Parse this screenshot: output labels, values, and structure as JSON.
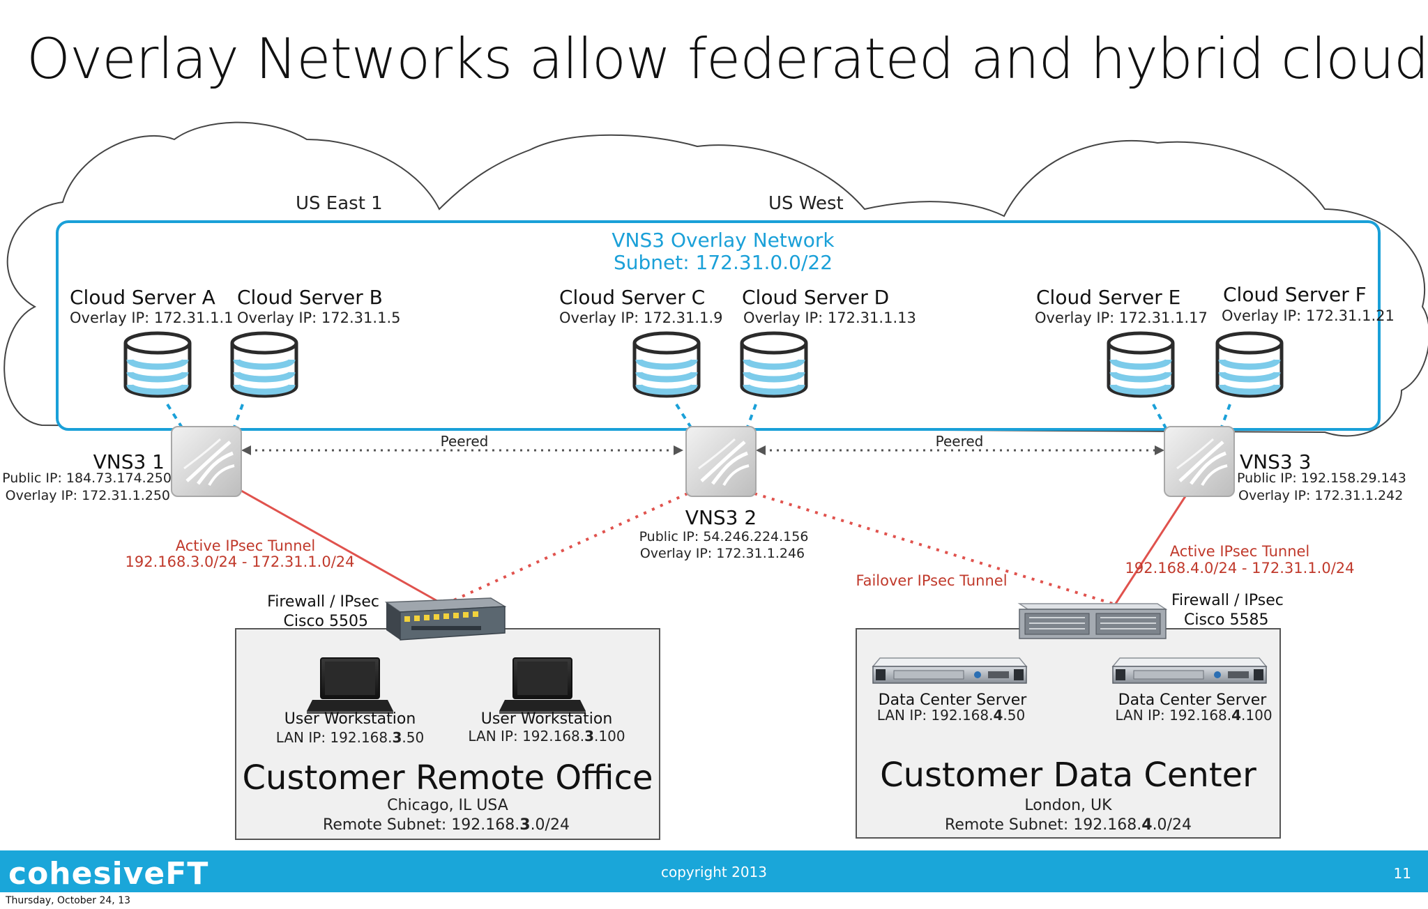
{
  "title": "Overlay Networks allow federated and hybrid clouds",
  "regions": {
    "east": "US East 1",
    "west": "US West"
  },
  "overlay": {
    "name": "VNS3 Overlay Network",
    "subnet": "Subnet: 172.31.0.0/22"
  },
  "servers": [
    {
      "name": "Cloud Server A",
      "ip": "Overlay IP: 172.31.1.1"
    },
    {
      "name": "Cloud Server B",
      "ip": "Overlay IP: 172.31.1.5"
    },
    {
      "name": "Cloud Server C",
      "ip": "Overlay IP: 172.31.1.9"
    },
    {
      "name": "Cloud Server D",
      "ip": "Overlay IP: 172.31.1.13"
    },
    {
      "name": "Cloud Server E",
      "ip": "Overlay IP: 172.31.1.17"
    },
    {
      "name": "Cloud Server F",
      "ip": "Overlay IP: 172.31.1.21"
    }
  ],
  "vns": [
    {
      "name": "VNS3 1",
      "public": "Public IP: 184.73.174.250",
      "overlay": "Overlay IP: 172.31.1.250"
    },
    {
      "name": "VNS3 2",
      "public": "Public IP: 54.246.224.156",
      "overlay": "Overlay IP: 172.31.1.246"
    },
    {
      "name": "VNS3 3",
      "public": "Public IP: 192.158.29.143",
      "overlay": "Overlay IP: 172.31.1.242"
    }
  ],
  "links": {
    "peered_1": "Peered",
    "peered_2": "Peered"
  },
  "tunnels": {
    "left_label": "Active IPsec Tunnel",
    "left_subnets": "192.168.3.0/24 - 172.31.1.0/24",
    "right_label": "Active IPsec Tunnel",
    "right_subnets": "192.168.4.0/24 - 172.31.1.0/24",
    "failover": "Failover IPsec Tunnel"
  },
  "firewalls": {
    "left": {
      "line1": "Firewall / IPsec",
      "line2": "Cisco 5505"
    },
    "right": {
      "line1": "Firewall / IPsec",
      "line2": "Cisco 5585"
    }
  },
  "office": {
    "title": "Customer Remote Office",
    "location": "Chicago, IL USA",
    "subnet_prefix": "Remote Subnet: 192.168.",
    "subnet_bold": "3",
    "subnet_suffix": ".0/24",
    "workstations": [
      {
        "name": "User Workstation",
        "ip_prefix": "LAN IP: 192.168.",
        "ip_bold": "3",
        "ip_suffix": ".50"
      },
      {
        "name": "User Workstation",
        "ip_prefix": "LAN IP: 192.168.",
        "ip_bold": "3",
        "ip_suffix": ".100"
      }
    ]
  },
  "datacenter": {
    "title": "Customer Data Center",
    "location": "London, UK",
    "subnet_prefix": "Remote Subnet: 192.168.",
    "subnet_bold": "4",
    "subnet_suffix": ".0/24",
    "servers": [
      {
        "name": "Data Center Server",
        "ip_prefix": "LAN IP: 192.168.",
        "ip_bold": "4",
        "ip_suffix": ".50"
      },
      {
        "name": "Data Center Server",
        "ip_prefix": "LAN IP: 192.168.",
        "ip_bold": "4",
        "ip_suffix": ".100"
      }
    ]
  },
  "footer": {
    "logo": "cohesiveFT",
    "copyright": "copyright 2013",
    "page": "11"
  },
  "date": "Thursday, October 24, 13",
  "colors": {
    "overlay_border": "#1aa0d8",
    "tunnel": "#e0524d",
    "footer": "#1aa6d9",
    "db_stripe": "#7ccbea"
  },
  "icons": {
    "database": "database-icon",
    "router": "vns3-router-icon",
    "laptop": "laptop-icon",
    "rack_server": "rack-server-icon",
    "firewall": "firewall-appliance-icon"
  }
}
